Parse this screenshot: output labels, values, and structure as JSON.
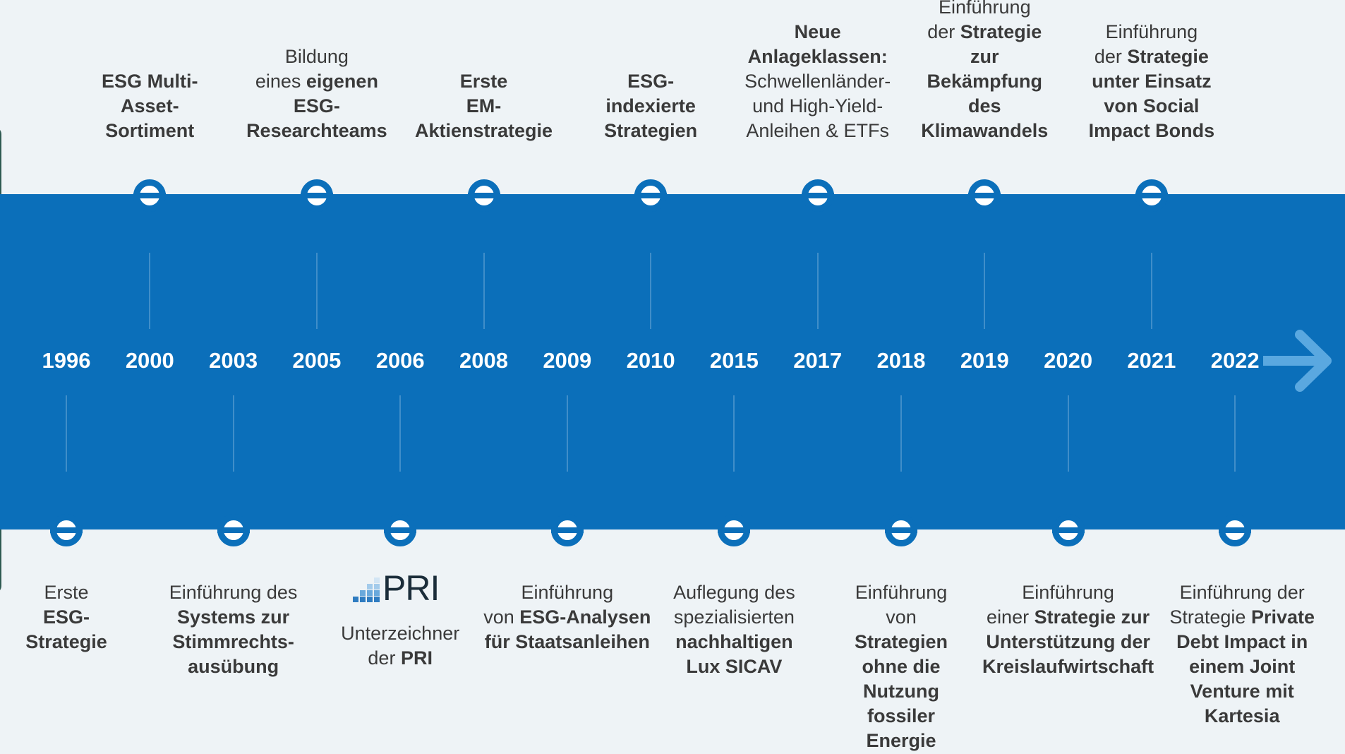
{
  "colors": {
    "band": "#0b6fba",
    "background": "#eef3f6",
    "text": "#3a3a3a",
    "year": "#ffffff"
  },
  "years": [
    "1996",
    "2000",
    "2003",
    "2005",
    "2006",
    "2008",
    "2009",
    "2010",
    "2015",
    "2017",
    "2018",
    "2019",
    "2020",
    "2021",
    "2022"
  ],
  "top_events": [
    {
      "year": "2000",
      "lines": [
        {
          "b": "ESG Multi-"
        },
        {
          "b": "Asset-"
        },
        {
          "b": "Sortiment"
        }
      ]
    },
    {
      "year": "2005",
      "lines": [
        {
          "n": "Bildung"
        },
        {
          "n": "eines ",
          "b": "eigenen"
        },
        {
          "b": "ESG-"
        },
        {
          "b": "Researchteams"
        }
      ]
    },
    {
      "year": "2008",
      "lines": [
        {
          "b": "Erste"
        },
        {
          "b": "EM-"
        },
        {
          "b": "Aktienstrategie"
        }
      ]
    },
    {
      "year": "2010",
      "lines": [
        {
          "b": "ESG-"
        },
        {
          "b": "indexierte"
        },
        {
          "b": "Strategien"
        }
      ]
    },
    {
      "year": "2017",
      "lines": [
        {
          "b": "Neue"
        },
        {
          "b": "Anlageklassen:"
        },
        {
          "n": "Schwellenländer-"
        },
        {
          "n": "und High-Yield-"
        },
        {
          "n": "Anleihen & ETFs"
        }
      ]
    },
    {
      "year": "2019",
      "lines": [
        {
          "n": "Einführung"
        },
        {
          "n": "der ",
          "b": "Strategie"
        },
        {
          "b": "zur"
        },
        {
          "b": "Bekämpfung"
        },
        {
          "b": "des"
        },
        {
          "b": "Klimawandels"
        }
      ]
    },
    {
      "year": "2021",
      "lines": [
        {
          "n": "Einführung"
        },
        {
          "n": "der ",
          "b": "Strategie"
        },
        {
          "b": "unter Einsatz"
        },
        {
          "b": "von Social"
        },
        {
          "b": "Impact Bonds"
        }
      ]
    }
  ],
  "bottom_events": [
    {
      "year": "1996",
      "lines": [
        {
          "n": "Erste"
        },
        {
          "b": "ESG-"
        },
        {
          "b": "Strategie"
        }
      ]
    },
    {
      "year": "2003",
      "lines": [
        {
          "n": "Einführung des"
        },
        {
          "b": "Systems zur"
        },
        {
          "b": "Stimmrechts-"
        },
        {
          "b": "ausübung"
        }
      ]
    },
    {
      "year": "2006",
      "lines": [
        {
          "n": "Unterzeichner"
        },
        {
          "n": "der ",
          "b": "PRI"
        }
      ],
      "logo": "PRI"
    },
    {
      "year": "2009",
      "lines": [
        {
          "n": "Einführung"
        },
        {
          "n": "von ",
          "b": "ESG-Analysen"
        },
        {
          "b": "für Staatsanleihen"
        }
      ]
    },
    {
      "year": "2015",
      "lines": [
        {
          "n": "Auflegung des"
        },
        {
          "n": "spezialisierten"
        },
        {
          "b": "nachhaltigen"
        },
        {
          "b": "Lux SICAV"
        }
      ]
    },
    {
      "year": "2018",
      "lines": [
        {
          "n": "Einführung"
        },
        {
          "n": "von"
        },
        {
          "b": "Strategien"
        },
        {
          "b": "ohne die"
        },
        {
          "b": "Nutzung"
        },
        {
          "b": "fossiler"
        },
        {
          "b": "Energie"
        }
      ]
    },
    {
      "year": "2020",
      "lines": [
        {
          "n": "Einführung"
        },
        {
          "n": "einer ",
          "b": "Strategie zur"
        },
        {
          "b": "Unterstützung der"
        },
        {
          "b": "Kreislaufwirtschaft"
        }
      ]
    },
    {
      "year": "2022",
      "lines": [
        {
          "n": "Einführung der"
        },
        {
          "n": "Strategie ",
          "b": "Private"
        },
        {
          "b": "Debt Impact in"
        },
        {
          "b": "einem Joint"
        },
        {
          "b": "Venture mit"
        },
        {
          "b": "Kartesia"
        }
      ]
    }
  ]
}
